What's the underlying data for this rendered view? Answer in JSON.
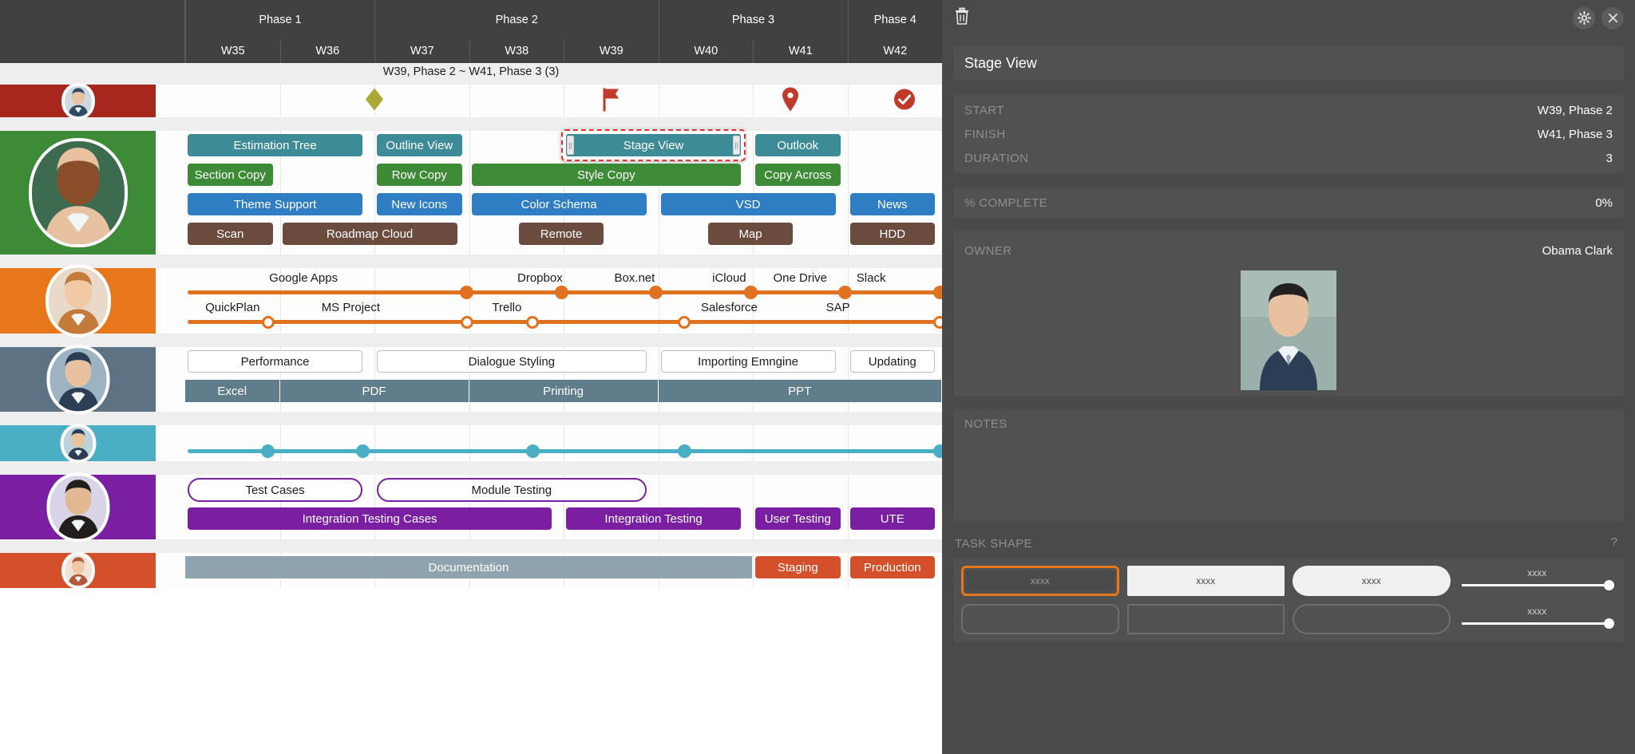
{
  "timeline": {
    "phases": [
      {
        "label": "Phase 1",
        "weeks": 2
      },
      {
        "label": "Phase 2",
        "weeks": 3
      },
      {
        "label": "Phase 3",
        "weeks": 2
      },
      {
        "label": "Phase 4",
        "weeks": 1
      }
    ],
    "weeks": [
      "W35",
      "W36",
      "W37",
      "W38",
      "W39",
      "W40",
      "W41",
      "W42"
    ],
    "tooltip": "W39, Phase 2 ~ W41, Phase 3 (3)"
  },
  "rows": [
    {
      "name": "milestone-row",
      "side_color": "#a7261d",
      "type": "icons",
      "icons": [
        {
          "name": "diamond-icon",
          "glyph": "diamond",
          "color": "#a8a833",
          "col": 2.0
        },
        {
          "name": "flag-icon",
          "glyph": "flag",
          "color": "#c0392b",
          "col": 4.5
        },
        {
          "name": "pin-icon",
          "glyph": "pin",
          "color": "#c0392b",
          "col": 6.4
        },
        {
          "name": "check-circle-icon",
          "glyph": "check",
          "color": "#c0392b",
          "col": 7.6
        }
      ]
    },
    {
      "name": "green-row",
      "side_color": "#3d8b37",
      "type": "bars",
      "lines": [
        {
          "style": "solid",
          "color": "#3c8b96",
          "bars": [
            {
              "label": "Estimation Tree",
              "start": 0.0,
              "span": 1.9
            },
            {
              "label": "Outline View",
              "start": 2.0,
              "span": 0.95
            },
            {
              "label": "Stage View",
              "start": 4.0,
              "span": 1.9,
              "selected": true
            },
            {
              "label": "Outlook",
              "start": 6.0,
              "span": 0.95
            }
          ]
        },
        {
          "style": "solid",
          "color": "#3d8b37",
          "bars": [
            {
              "label": "Section Copy",
              "start": 0.0,
              "span": 0.95
            },
            {
              "label": "Row Copy",
              "start": 2.0,
              "span": 0.95
            },
            {
              "label": "Style Copy",
              "start": 3.0,
              "span": 2.9
            },
            {
              "label": "Copy Across",
              "start": 6.0,
              "span": 0.95
            }
          ]
        },
        {
          "style": "solid",
          "color": "#2f7ec4",
          "bars": [
            {
              "label": "Theme Support",
              "start": 0.0,
              "span": 1.9
            },
            {
              "label": "New Icons",
              "start": 2.0,
              "span": 0.95
            },
            {
              "label": "Color Schema",
              "start": 3.0,
              "span": 1.9
            },
            {
              "label": "VSD",
              "start": 5.0,
              "span": 1.9
            },
            {
              "label": "News",
              "start": 7.0,
              "span": 0.95
            }
          ]
        },
        {
          "style": "solid",
          "color": "#6b4b3e",
          "bars": [
            {
              "label": "Scan",
              "start": 0.0,
              "span": 0.95
            },
            {
              "label": "Roadmap Cloud",
              "start": 1.0,
              "span": 1.9
            },
            {
              "label": "Remote",
              "start": 3.5,
              "span": 0.95
            },
            {
              "label": "Map",
              "start": 5.5,
              "span": 0.95
            },
            {
              "label": "HDD",
              "start": 7.0,
              "span": 0.95
            }
          ]
        }
      ]
    },
    {
      "name": "orange-row",
      "side_color": "#e8761a",
      "type": "milestone-lines",
      "lines": [
        {
          "color": "#e0711f",
          "filled": true,
          "from": 0.0,
          "to": 8.0,
          "labels": [
            {
              "text": "Google Apps",
              "col": 1.25
            },
            {
              "text": "Dropbox",
              "col": 3.75
            },
            {
              "text": "Box.net",
              "col": 4.75
            },
            {
              "text": "iCloud",
              "col": 5.75
            },
            {
              "text": "One Drive",
              "col": 6.5
            },
            {
              "text": "Slack",
              "col": 7.25
            }
          ],
          "dots": [
            3.0,
            4.0,
            5.0,
            6.0,
            7.0,
            8.0
          ]
        },
        {
          "color": "#e0711f",
          "filled": false,
          "from": 0.0,
          "to": 8.0,
          "labels": [
            {
              "text": "QuickPlan",
              "col": 0.5
            },
            {
              "text": "MS Project",
              "col": 1.75
            },
            {
              "text": "Trello",
              "col": 3.4
            },
            {
              "text": "Salesforce",
              "col": 5.75
            },
            {
              "text": "SAP",
              "col": 6.9
            }
          ],
          "dots": [
            0.9,
            3.0,
            3.7,
            5.3,
            8.0
          ]
        }
      ]
    },
    {
      "name": "slate-row",
      "side_color": "#5d7384",
      "type": "bars",
      "lines": [
        {
          "style": "outline",
          "color": "#b5c0c9",
          "bars": [
            {
              "label": "Performance",
              "start": 0.0,
              "span": 1.9
            },
            {
              "label": "Dialogue Styling",
              "start": 2.0,
              "span": 2.9
            },
            {
              "label": "Importing Emngine",
              "start": 5.0,
              "span": 1.9
            },
            {
              "label": "Updating",
              "start": 7.0,
              "span": 0.95
            }
          ]
        },
        {
          "style": "flat",
          "color": "#607d8b",
          "bars": [
            {
              "label": "Excel",
              "start": 0.0,
              "span": 1.0
            },
            {
              "label": "PDF",
              "start": 1.0,
              "span": 2.0
            },
            {
              "label": "Printing",
              "start": 3.0,
              "span": 2.0
            },
            {
              "label": "PPT",
              "start": 5.0,
              "span": 3.0
            }
          ]
        }
      ]
    },
    {
      "name": "teal-row",
      "side_color": "#4aaec4",
      "type": "milestone-lines",
      "lines": [
        {
          "color": "#4aaec4",
          "filled": true,
          "from": 0.0,
          "to": 8.0,
          "labels": [],
          "dots": [
            0.9,
            1.9,
            3.7,
            5.3,
            8.0
          ]
        }
      ]
    },
    {
      "name": "purple-row",
      "side_color": "#7b1fa2",
      "type": "bars",
      "lines": [
        {
          "style": "pill",
          "color": "#7b1fa2",
          "bars": [
            {
              "label": "Test Cases",
              "start": 0.0,
              "span": 1.9
            },
            {
              "label": "Module Testing",
              "start": 2.0,
              "span": 2.9
            }
          ]
        },
        {
          "style": "solid",
          "color": "#7b1fa2",
          "bars": [
            {
              "label": "Integration Testing Cases",
              "start": 0.0,
              "span": 3.9
            },
            {
              "label": "Integration Testing",
              "start": 4.0,
              "span": 1.9
            },
            {
              "label": "User Testing",
              "start": 6.0,
              "span": 0.95
            },
            {
              "label": "UTE",
              "start": 7.0,
              "span": 0.95
            }
          ]
        }
      ]
    },
    {
      "name": "red-row",
      "side_color": "#d4502a",
      "type": "bars",
      "lines": [
        {
          "style": "flat",
          "color": "#8fa3af",
          "bars": [
            {
              "label": "Documentation",
              "start": 0.0,
              "span": 6.0
            }
          ],
          "second": {
            "style": "solid",
            "color": "#d4502a",
            "bars": [
              {
                "label": "Staging",
                "start": 6.0,
                "span": 0.95
              },
              {
                "label": "Production",
                "start": 7.0,
                "span": 0.95
              }
            ]
          }
        }
      ]
    }
  ],
  "inspector": {
    "icons": {
      "trash": "trash-icon",
      "gear": "gear-icon",
      "close": "close-icon"
    },
    "task_title": "Stage View",
    "properties": [
      {
        "key": "START",
        "value": "W39, Phase 2"
      },
      {
        "key": "FINISH",
        "value": "W41, Phase 3"
      },
      {
        "key": "DURATION",
        "value": "3"
      }
    ],
    "percent": {
      "key": "% COMPLETE",
      "value": "0%"
    },
    "owner": {
      "key": "OWNER",
      "value": "Obama Clark"
    },
    "notes": {
      "label": "NOTES",
      "value": ""
    },
    "task_shape": {
      "label": "TASK SHAPE",
      "help": "?",
      "options": [
        {
          "name": "shape-rounded-selected",
          "text": "xxxx",
          "selected": true
        },
        {
          "name": "shape-rect",
          "text": "xxxx",
          "selected": false
        },
        {
          "name": "shape-pill",
          "text": "xxxx",
          "selected": false
        },
        {
          "name": "shape-line",
          "text": "xxxx",
          "selected": false
        },
        {
          "name": "shape-outline-rounded",
          "text": "",
          "selected": false
        },
        {
          "name": "shape-outline-rect",
          "text": "",
          "selected": false
        },
        {
          "name": "shape-outline-pill",
          "text": "",
          "selected": false
        },
        {
          "name": "shape-outline-line",
          "text": "xxxx",
          "selected": false
        }
      ]
    }
  },
  "colors": {
    "accent_orange": "#e8761a",
    "header_dark": "#414141",
    "panel": "#4a4a4a",
    "selection_red": "#e03030"
  }
}
